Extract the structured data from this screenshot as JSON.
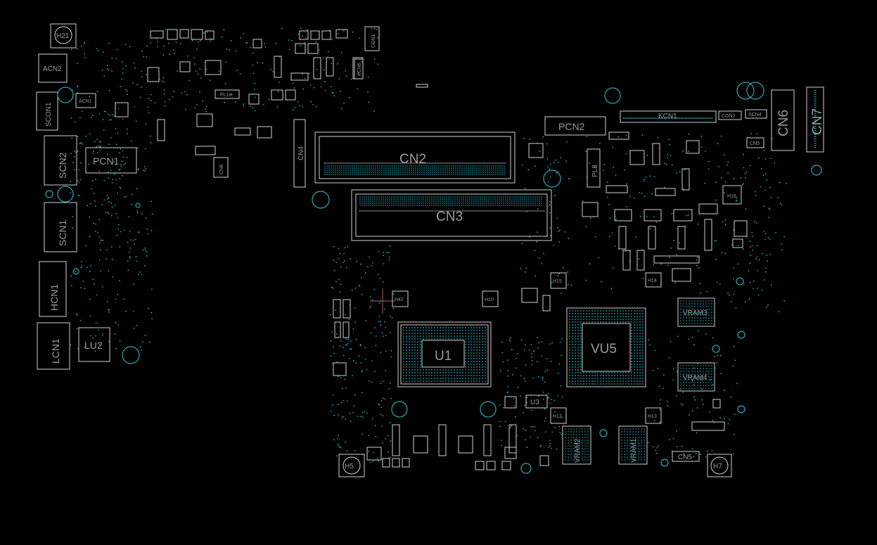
{
  "board": {
    "background": "#000000",
    "outline_color": "#d0d0d0",
    "pad_color": "#2aa7b5",
    "label_color": "#9a9a9a"
  },
  "labels": {
    "CN2": "CN2",
    "CN3": "CN3",
    "CN4": "CN4",
    "CN5": "CN5",
    "CN6": "CN6",
    "CN7": "CN7",
    "CON1": "CON1",
    "CON2": "CON2",
    "PCN1": "PCN1",
    "PCN2": "PCN2",
    "KCN1": "KCN1",
    "ACN1": "ACN1",
    "ACN2": "ACN2",
    "SCON1": "SCON1",
    "SCN1": "SCN1",
    "SCN2": "SCN2",
    "SCN4": "SCN4",
    "HCN1": "HCN1",
    "LCN1": "LCN1",
    "LU2": "LU2",
    "U1": "U1",
    "U3": "U3",
    "VU5": "VU5",
    "VRAM1": "VRAM1",
    "VRAM2": "VRAM2",
    "VRAM3": "VRAM3",
    "VRAM4": "VRAM4",
    "H5": "H5",
    "H7": "H7",
    "H10": "H10",
    "H12": "H12",
    "H13": "H13",
    "H14": "H14",
    "H15": "H15",
    "H16": "H16",
    "H21": "H21",
    "H42": "H42",
    "PL8": "PL8",
    "PL18": "PL18",
    "CN8": "CN8",
    "KCN6": "KCN6"
  }
}
